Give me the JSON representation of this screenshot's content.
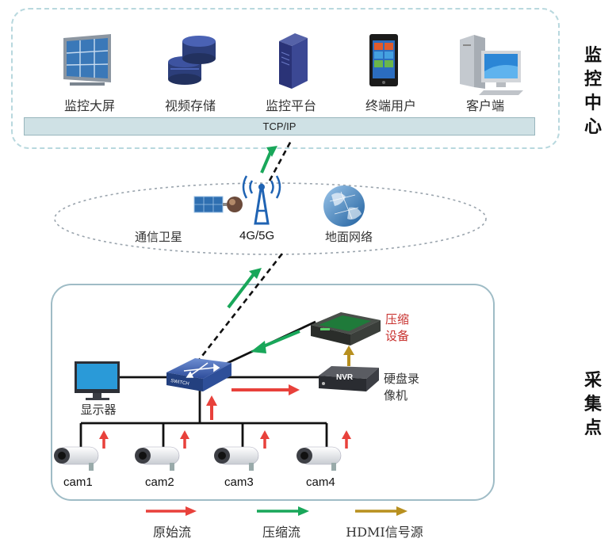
{
  "top_center": {
    "devices": [
      {
        "label": "监控大屏",
        "icon": "video-wall-icon"
      },
      {
        "label": "视频存储",
        "icon": "database-icon"
      },
      {
        "label": "监控平台",
        "icon": "server-icon"
      },
      {
        "label": "终端用户",
        "icon": "smartphone-icon"
      },
      {
        "label": "客户端",
        "icon": "desktop-computer-icon"
      }
    ],
    "network_bar": "TCP/IP",
    "side_label": "监\n控\n中\n心"
  },
  "transport": {
    "satellite": "通信卫星",
    "cellular": "4G/5G",
    "ground": "地面网络"
  },
  "collection": {
    "side_label": "采\n集\n点",
    "display": "显示器",
    "compress_device": "压缩\n设备",
    "nvr_label": "硬盘录\n像机",
    "nvr_badge": "NVR",
    "switch_badge": "SWITCH",
    "cams": [
      "cam1",
      "cam2",
      "cam3",
      "cam4"
    ]
  },
  "legend": [
    {
      "label": "原始流",
      "color": "#e8413b"
    },
    {
      "label": "压缩流",
      "color": "#19a75a"
    },
    {
      "label": "HDMI信号源",
      "color": "#b8901f"
    }
  ]
}
